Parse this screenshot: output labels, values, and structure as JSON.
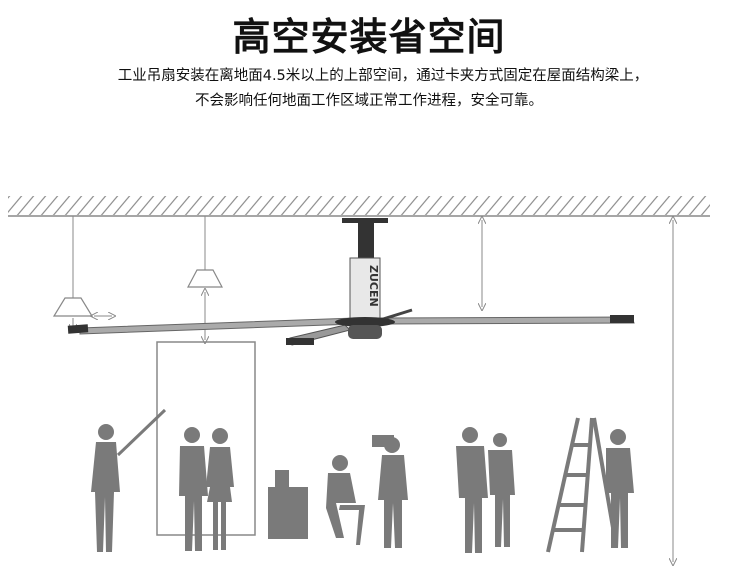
{
  "title": "高空安装省空间",
  "description": [
    "工业吊扇安装在离地面4.5米以上的上部空间，通过卡夹方式固定在屋面结构梁上，",
    "不会影响任何地面工作区域正常工作进程，安全可靠。"
  ],
  "fan_logo": "ZUCEN",
  "colors": {
    "silhouette": "#7a7a7a",
    "line": "#888888",
    "blade": "#a8a8a8"
  }
}
